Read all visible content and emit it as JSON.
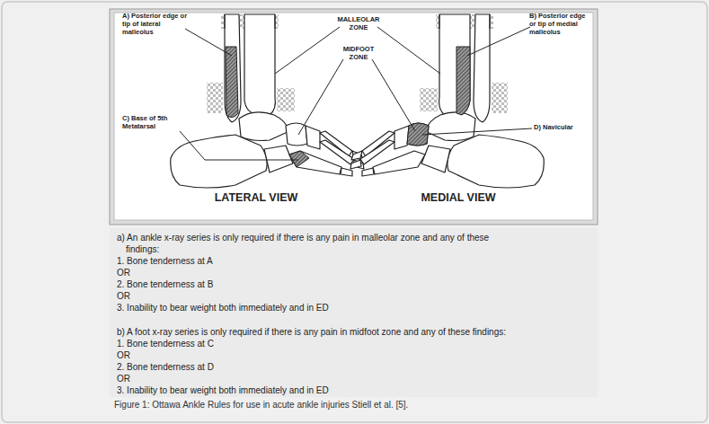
{
  "diagram": {
    "caption": "Figure 1: Ottawa Ankle Rules for use in acute ankle injuries Stiell et al. [5].",
    "nodes": [
      {
        "text": [
          "a) An ankle x-ray series is only required if there is any pain in malleolar zone and any of these findings:",
          "1. Bone tenderness at A",
          "OR",
          "2. Bone tenderness at B",
          "OR",
          "3. Inability to bear weight both immediately and in ED",
          "b) A foot x-ray series is only required if there is any pain in midfoot zone and any of these findings:",
          "1. Bone tenderness at C",
          "OR",
          "2. Bone tenderness at D",
          "OR",
          "3. Inability to bear weight both immediately and in ED"
        ]
      }
    ],
    "labels": [
      "A) Posterior edge or tip of lateral malleolus",
      "MALLEOLAR ZONE",
      "B) Posterior edge or tip of medial malleolus",
      "MIDFOOT ZONE",
      "C) Base of 5th Metatarsal",
      "D) Navicular",
      "LATERAL VIEW",
      "MEDIAL VIEW"
    ]
  }
}
